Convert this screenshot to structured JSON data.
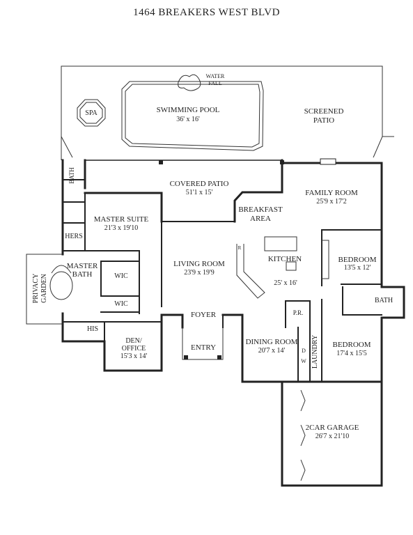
{
  "title": "1464 BREAKERS WEST BLVD",
  "rooms": {
    "water_fall": [
      "WATER",
      "FALL"
    ],
    "spa": "SPA",
    "pool": {
      "name": "SWIMMING POOL",
      "dims": "36' x 16'"
    },
    "screened_patio": [
      "SCREENED",
      "PATIO"
    ],
    "covered_patio": {
      "name": "COVERED PATIO",
      "dims": "51'1 x 15'"
    },
    "family_room": {
      "name": "FAMILY ROOM",
      "dims": "25'9 x 17'2"
    },
    "bath_top": "BATH",
    "master_suite": {
      "name": "MASTER SUITE",
      "dims": "21'3 x 19'10"
    },
    "breakfast": [
      "BREAKFAST",
      "AREA"
    ],
    "hers": "HERS",
    "living_room": {
      "name": "LIVING ROOM",
      "dims": "23'9 x 19'9"
    },
    "kitchen": {
      "name": "KITCHEN",
      "dims": "25' x 16'"
    },
    "bedroom_1": {
      "name": "BEDROOM",
      "dims": "13'5 x 12'"
    },
    "master_bath": [
      "MASTER",
      "BATH"
    ],
    "wic_1": "WIC",
    "wic_2": "WIC",
    "privacy_garden": [
      "PRIVACY",
      "GARDEN"
    ],
    "bath_right": "BATH",
    "foyer": "FOYER",
    "pr": "P.R.",
    "his": "HIS",
    "den": {
      "name": [
        "DEN/",
        "OFFICE"
      ],
      "dims": "15'3 x 14'"
    },
    "dining_room": {
      "name": "DINING ROOM",
      "dims": "20'7 x 14'"
    },
    "bedroom_2": {
      "name": "BEDROOM",
      "dims": "17'4 x 15'5"
    },
    "entry": "ENTRY",
    "laundry": "LAUNDRY",
    "dryer": "D",
    "washer": "W",
    "garage": {
      "name": "2CAR GARAGE",
      "dims": "26'7 x 21'10"
    },
    "refrigerator": "R"
  }
}
